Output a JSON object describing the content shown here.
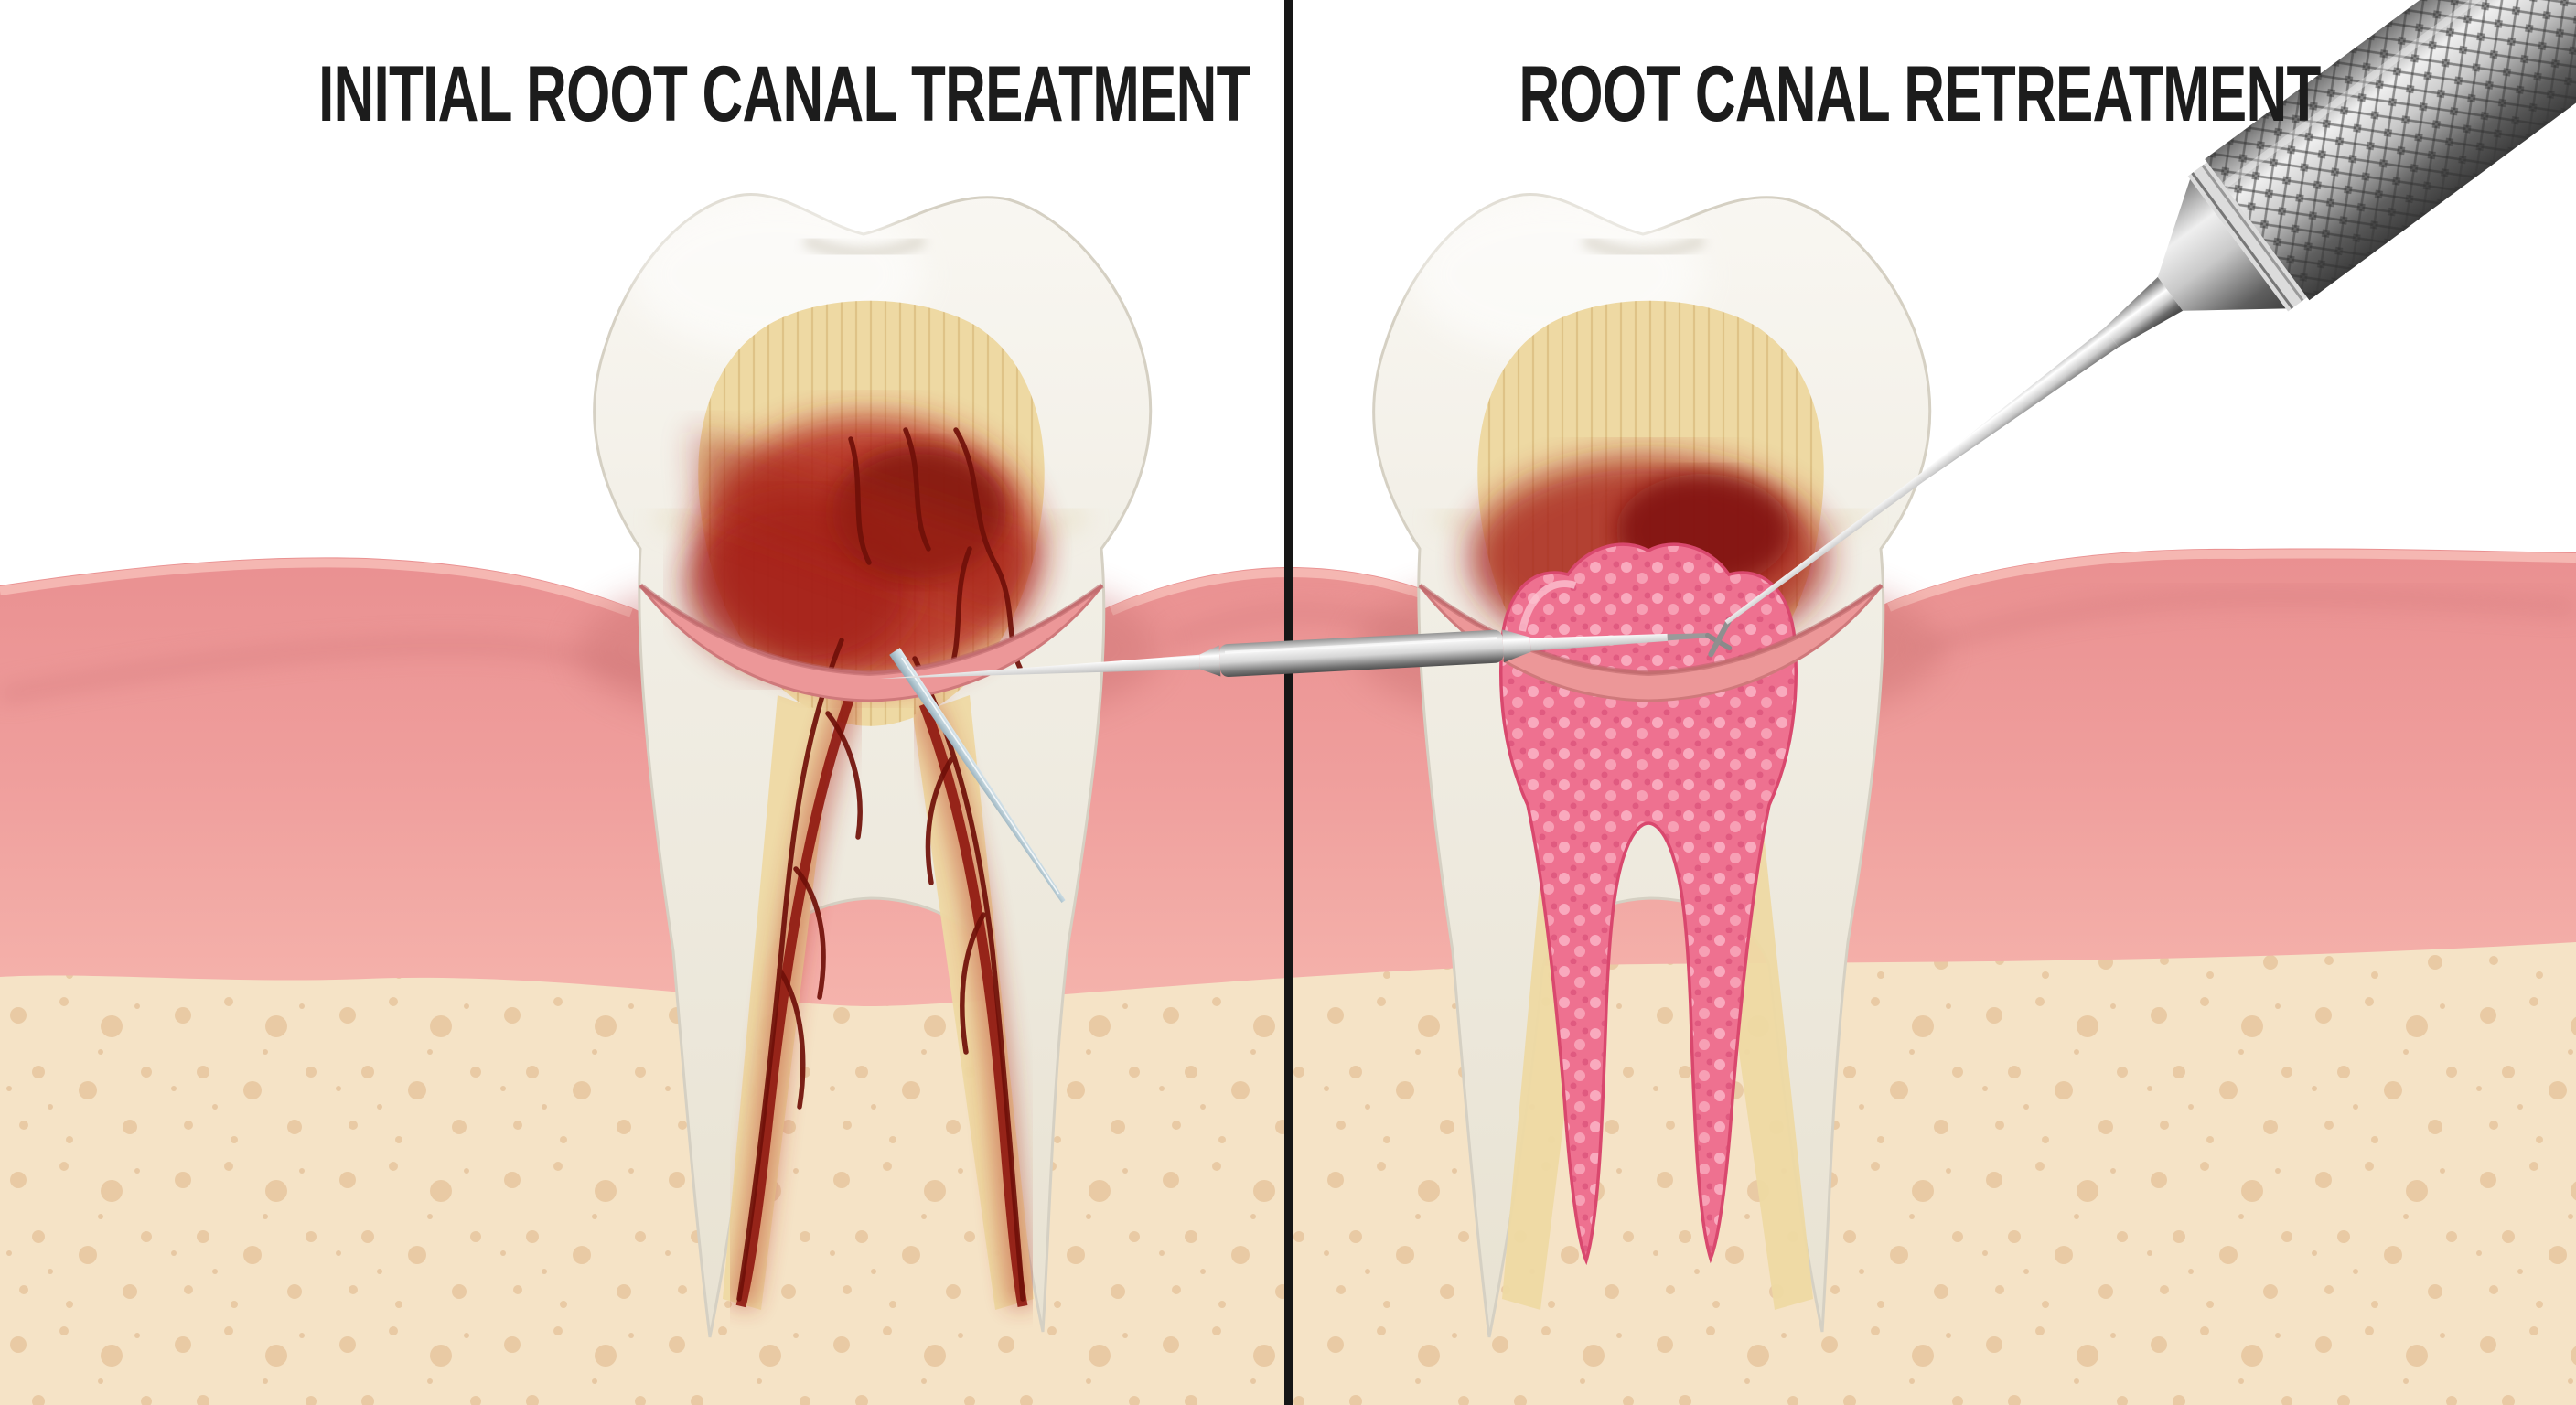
{
  "figure": {
    "kind": "dental comparison illustration",
    "background": "#ffffff",
    "divider_color": "#161616",
    "title_color": "#1c1c1c"
  },
  "panels": [
    {
      "id": "initial-treatment",
      "title": "INITIAL ROOT CANAL TREATMENT"
    },
    {
      "id": "retreatment",
      "title": "ROOT CANAL RETREATMENT"
    }
  ],
  "illustration": {
    "left_tooth": {
      "name": "infected-molar-cross-section",
      "pulp_state": "inflamed red pulp with branching blood vessels down both root canals",
      "pulp_color": "#a8201a",
      "vessel_color": "#701009"
    },
    "right_tooth": {
      "name": "retreated-molar-cross-section",
      "pulp_state": "pulp chamber and canals filled with pink textured filling material",
      "filling_color": "#ee7190"
    },
    "instruments": [
      {
        "name": "endodontic-file-horizontal",
        "detail": "thin metal file with cylindrical grip crossing both panels"
      },
      {
        "name": "dental-explorer-handle",
        "detail": "large knurled steel handle entering from top right into the filled canal"
      },
      {
        "name": "canal-file-in-left-tooth",
        "detail": "small blue-grey file inserted into distal canal"
      }
    ],
    "tissue_colors": {
      "gum": "#ee9d9c",
      "gum_shadow": "#d37a7c",
      "bone": "#f5e3c6",
      "bone_speckle": "#e2bd92",
      "enamel": "#f2efe7",
      "dentin": "#eed9a3"
    }
  }
}
